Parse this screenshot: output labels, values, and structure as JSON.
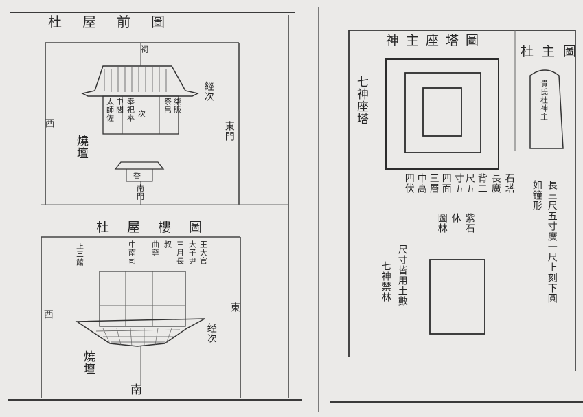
{
  "left_top": {
    "title": "杜屋前圖",
    "label_top": "祠",
    "label_west": "西",
    "label_east": "東門",
    "label_right_name": "經次",
    "label_mound": "燒壇",
    "label_south": "南門",
    "hall_cols": [
      "太師佐",
      "中閣",
      "奉祀奉",
      "次",
      "祭帛",
      "柒販"
    ],
    "small_hall_label": "香"
  },
  "left_bottom": {
    "title": "杜屋樓圖",
    "cols": [
      "王大官",
      "大子尹",
      "三月長",
      "叔",
      "曲尊",
      "中南司",
      "正三館"
    ],
    "label_west": "西",
    "label_east": "東",
    "label_right_name": "经次",
    "label_mound": "燒壇",
    "label_south": "南"
  },
  "right": {
    "title": "神主座塔圖",
    "subtitle": "杜主圖",
    "tablet_text": "貴氏杜神主",
    "left_vertical_1": "七神座塔",
    "notes_cols": [
      "石塔",
      "長廣",
      "背二",
      "尺五",
      "寸五",
      "四面",
      "三層",
      "中高",
      "四伏"
    ],
    "note_top_a": "紫石",
    "note_top_b": "休",
    "note_grove": "圖林",
    "right_note_a": "長三尺五寸廣一尺上刻下圓",
    "right_note_b": "如鐘形",
    "bottom_note_a": "尺寸皆用土數",
    "bottom_note_b": "七神禁林"
  }
}
